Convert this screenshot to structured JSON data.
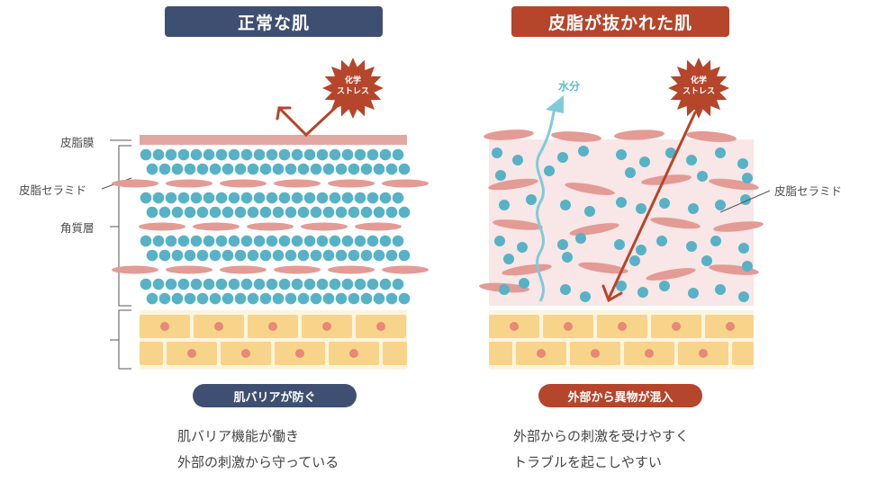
{
  "left": {
    "title": "正常な肌",
    "stress_label_line1": "化学",
    "stress_label_line2": "ストレス",
    "label_membrane": "皮脂膜",
    "label_ceramide": "皮脂セラミド",
    "label_stratum": "角質層",
    "pill": "肌バリアが防ぐ",
    "desc_line1": "肌バリア機能が働き",
    "desc_line2": "外部の刺激から守っている"
  },
  "right": {
    "title": "皮脂が抜かれた肌",
    "water_label": "水分",
    "stress_label_line1": "化学",
    "stress_label_line2": "ストレス",
    "label_ceramide": "皮脂セラミド",
    "pill": "外部から異物が混入",
    "desc_line1": "外部からの刺激を受けやすく",
    "desc_line2": "トラブルを起こしやすい"
  },
  "colors": {
    "navy": "#3f4f72",
    "rust": "#b5452b",
    "teal_dot": "#57b2c6",
    "lipid": "#e39b95",
    "membrane": "#e3a7a2",
    "skin_pink_bg": "#f9e6e6",
    "cell": "#f7d489",
    "cell_bg": "#fdf4de",
    "nucleus": "#e88878"
  }
}
